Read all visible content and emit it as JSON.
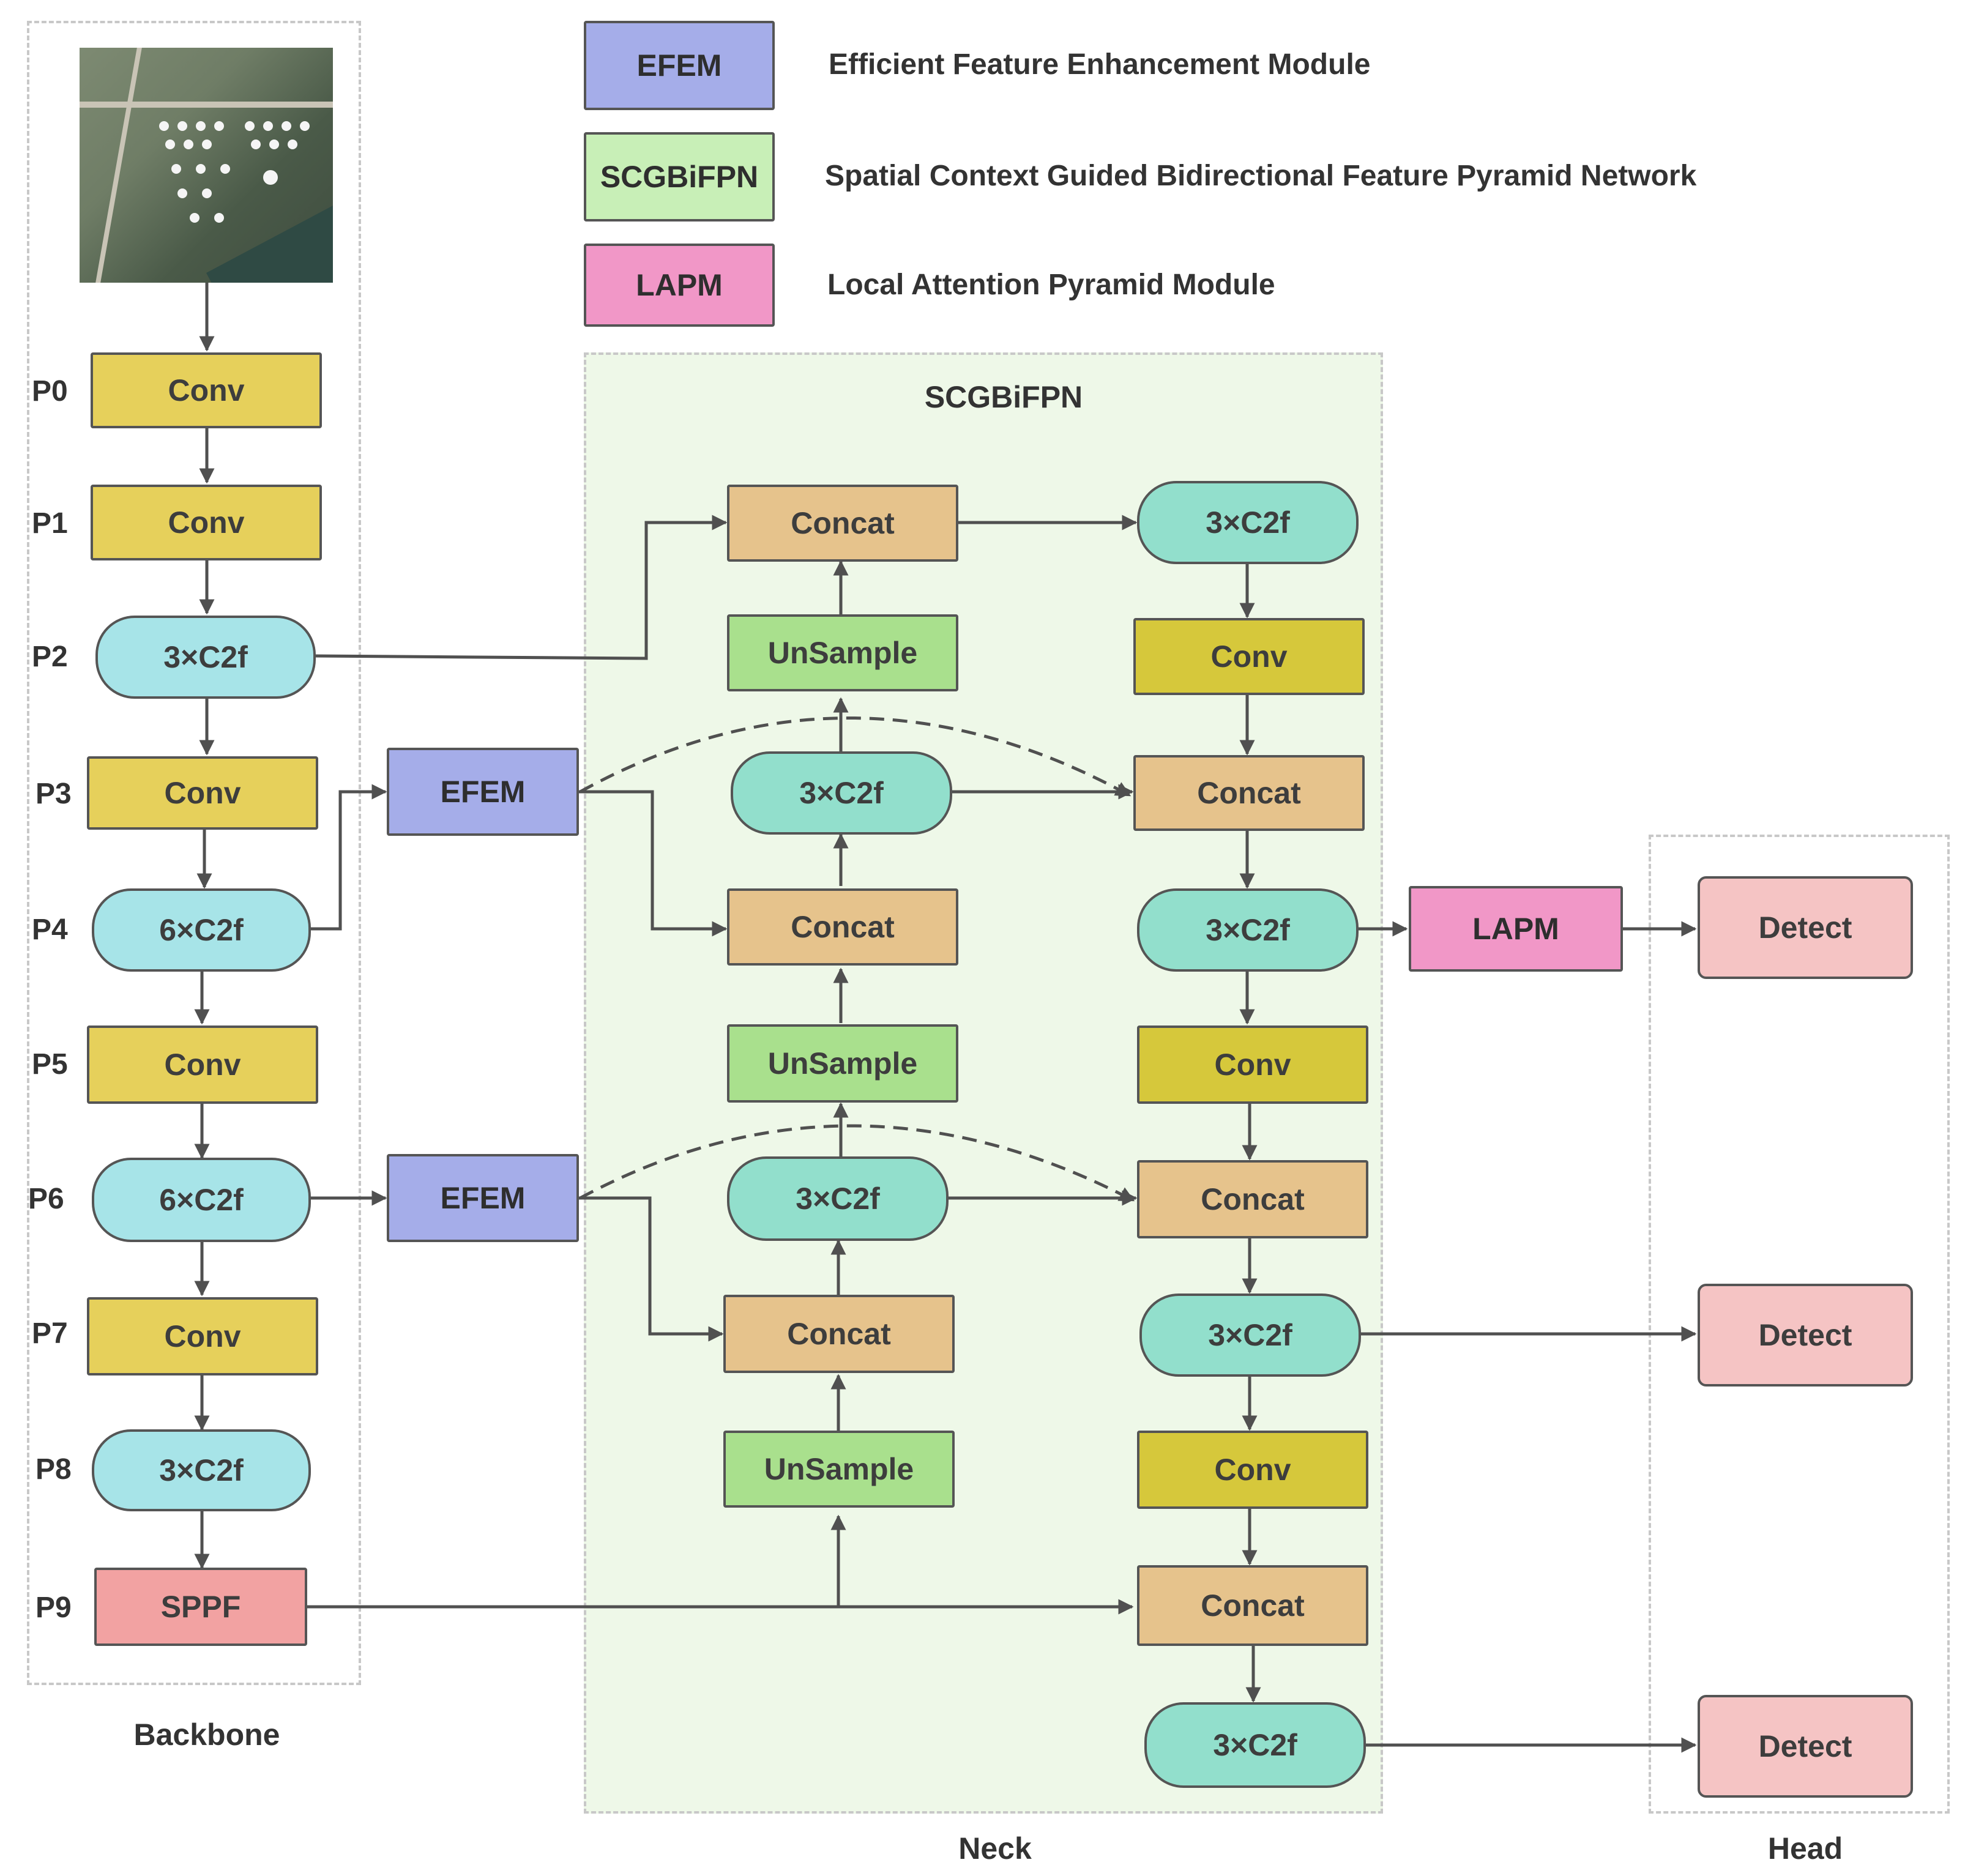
{
  "legend": [
    {
      "tag": "EFEM",
      "text": "Efficient Feature Enhancement Module"
    },
    {
      "tag": "SCGBiFPN",
      "text": "Spatial Context Guided Bidirectional Feature Pyramid Network"
    },
    {
      "tag": "LAPM",
      "text": "Local Attention Pyramid Module"
    }
  ],
  "regions": {
    "backbone": "Backbone",
    "neck": "Neck",
    "neck_title": "SCGBiFPN",
    "head": "Head"
  },
  "backbone": {
    "levels": [
      "P0",
      "P1",
      "P2",
      "P3",
      "P4",
      "P5",
      "P6",
      "P7",
      "P8",
      "P9"
    ],
    "nodes": [
      "Conv",
      "Conv",
      "3×C2f",
      "Conv",
      "6×C2f",
      "Conv",
      "6×C2f",
      "Conv",
      "3×C2f",
      "SPPF"
    ]
  },
  "efem": [
    "EFEM",
    "EFEM"
  ],
  "neck": {
    "mid": [
      "Concat",
      "UnSample",
      "3×C2f",
      "Concat",
      "UnSample",
      "3×C2f",
      "Concat",
      "UnSample"
    ],
    "right": [
      "3×C2f",
      "Conv",
      "Concat",
      "3×C2f",
      "Conv",
      "Concat",
      "3×C2f",
      "Conv",
      "Concat",
      "3×C2f"
    ]
  },
  "lapm": "LAPM",
  "head": [
    "Detect",
    "Detect",
    "Detect"
  ]
}
